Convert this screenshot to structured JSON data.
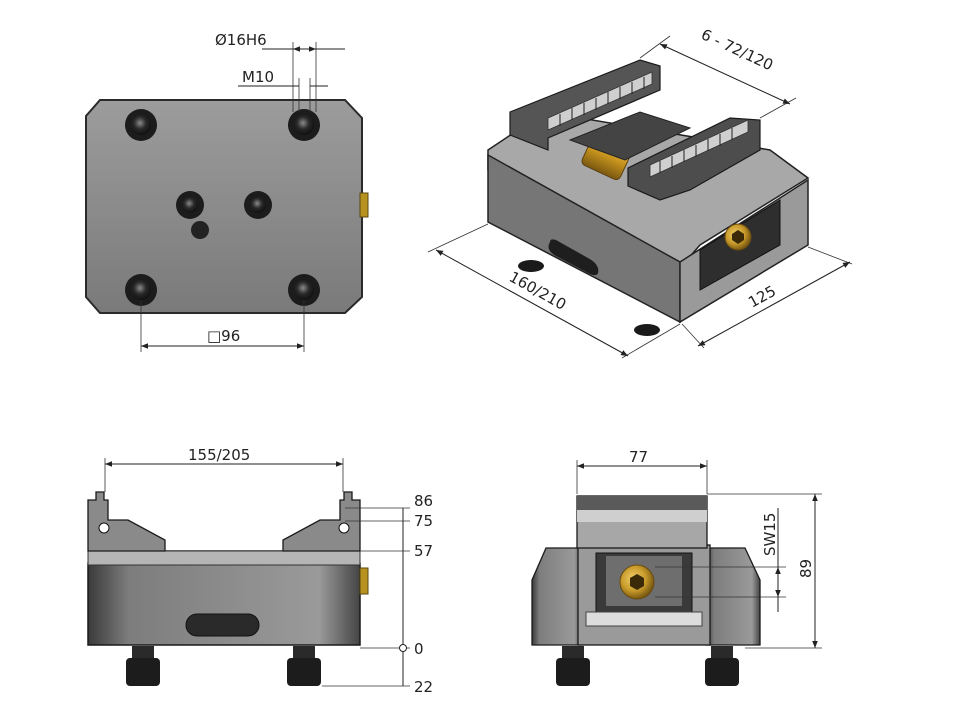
{
  "top_view": {
    "pin_dimension": "Ø16H6",
    "thread_dimension": "M10",
    "hole_pattern": "□96"
  },
  "iso_view": {
    "jaw_range": "6 - 72/120",
    "length": "160/210",
    "width": "125"
  },
  "front_view": {
    "clamp_width": "155/205",
    "heights": [
      "86",
      "75",
      "57",
      "0",
      "22"
    ]
  },
  "side_view": {
    "jaw_width": "77",
    "wrench_size": "SW15",
    "total_height": "89"
  },
  "colors": {
    "body_gray": "#8f8f8f",
    "dark_gray": "#3c3c3c",
    "light_gray": "#c8c8c8",
    "brass": "#c89a2a",
    "line": "#222222"
  }
}
